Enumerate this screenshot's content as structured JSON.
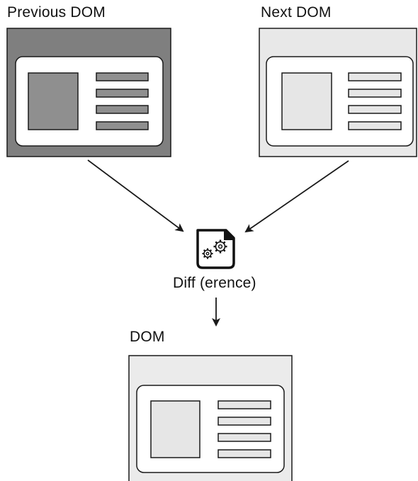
{
  "labels": {
    "previous": "Previous DOM",
    "next": "Next DOM",
    "diff": "Diff (erence)",
    "result": "DOM"
  },
  "colors": {
    "previous_frame": "#7f7f7f",
    "previous_fill": "#8f8f8f",
    "next_frame": "#e8e8e8",
    "next_fill": "#e6e6e6",
    "result_frame": "#ebebeb",
    "result_fill": "#e6e6e6",
    "panel": "#ffffff",
    "stroke": "#1a1a1a"
  },
  "icons": {
    "diff": "gears-document-icon"
  }
}
